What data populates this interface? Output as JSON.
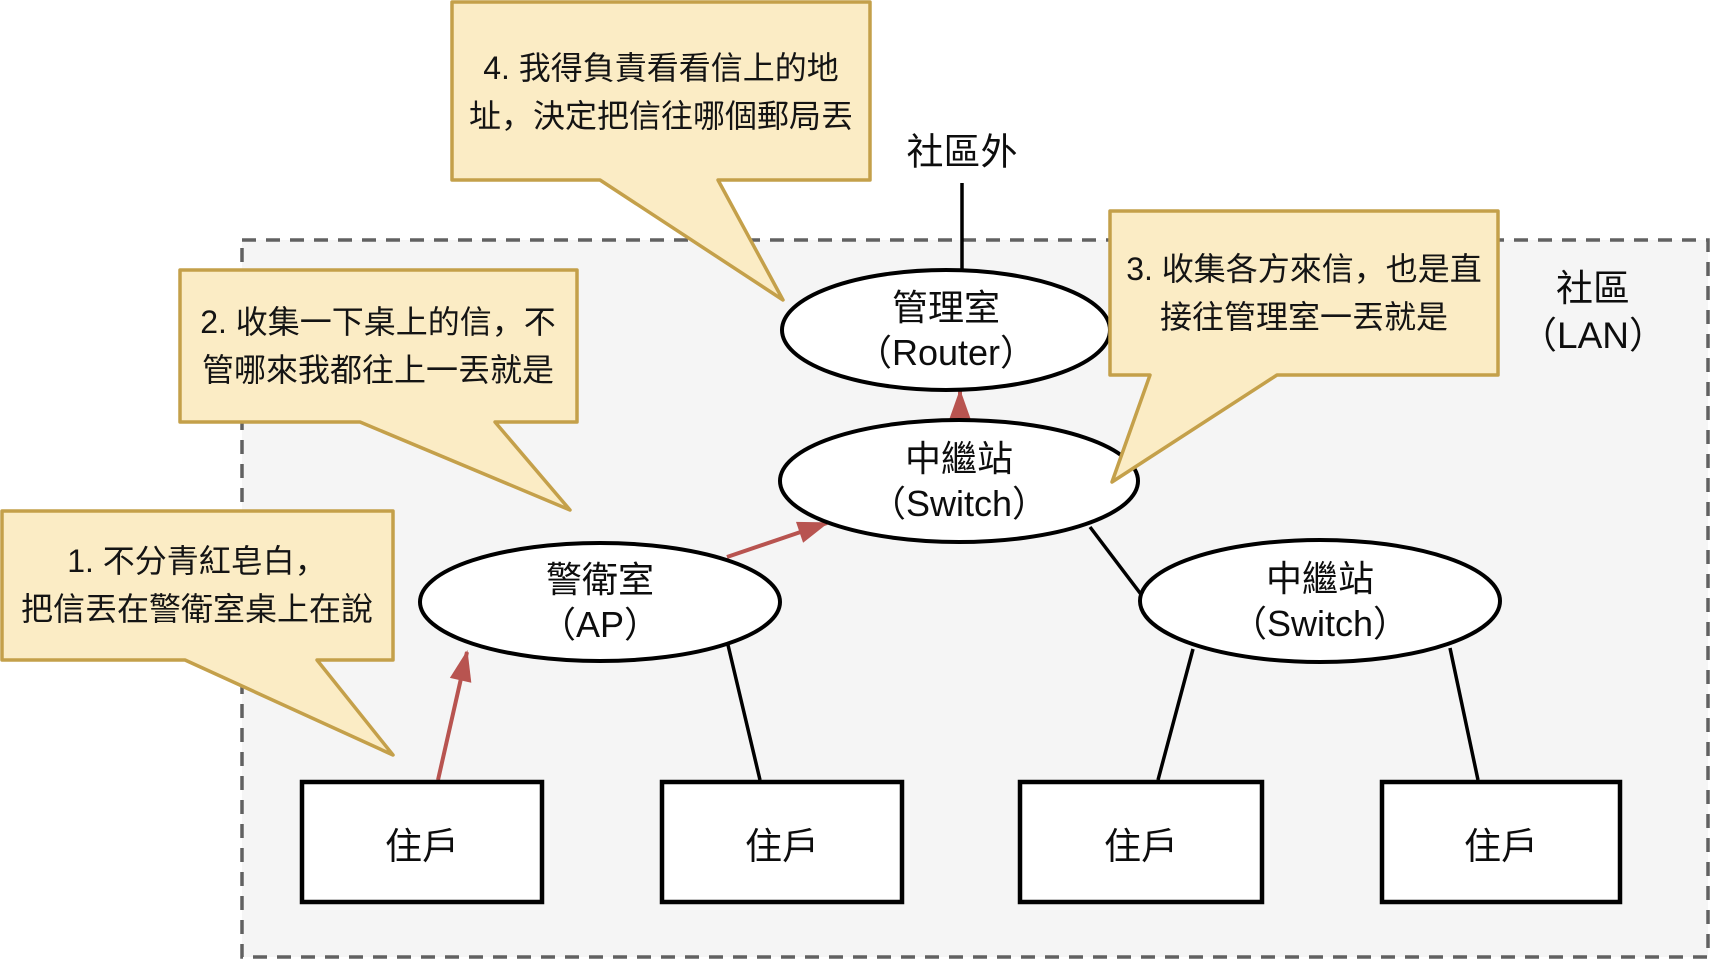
{
  "diagram_title": "LAN community analogy diagram",
  "outside_label": "社區外",
  "zone_label": {
    "line1": "社區",
    "line2": "（LAN）"
  },
  "nodes": {
    "router": {
      "line1": "管理室",
      "line2": "（Router）"
    },
    "switch_center": {
      "line1": "中繼站",
      "line2": "（Switch）"
    },
    "switch_right": {
      "line1": "中繼站",
      "line2": "（Switch）"
    },
    "ap": {
      "line1": "警衛室",
      "line2": "（AP）"
    }
  },
  "houses": [
    {
      "label": "住戶"
    },
    {
      "label": "住戶"
    },
    {
      "label": "住戶"
    },
    {
      "label": "住戶"
    }
  ],
  "bubbles": [
    {
      "line1": "1. 不分青紅皂白，",
      "line2": "把信丟在警衛室桌上在說"
    },
    {
      "line1": "2. 收集一下桌上的信，不",
      "line2": "管哪來我都往上一丟就是"
    },
    {
      "line1": "3. 收集各方來信，也是直",
      "line2": "接往管理室一丟就是"
    },
    {
      "line1": "4. 我得負責看看信上的地",
      "line2": "址，決定把信往哪個郵局丟"
    }
  ],
  "edges": [
    {
      "from": "社區外",
      "to": "管理室（Router）",
      "type": "line"
    },
    {
      "from": "中繼站（Switch）",
      "to": "管理室（Router）",
      "type": "red-arrow"
    },
    {
      "from": "警衛室（AP）",
      "to": "中繼站（Switch）",
      "type": "red-arrow"
    },
    {
      "from": "住戶1",
      "to": "警衛室（AP）",
      "type": "red-arrow"
    },
    {
      "from": "警衛室（AP）",
      "to": "住戶2",
      "type": "line"
    },
    {
      "from": "中繼站（Switch）",
      "to": "中繼站（Switch）右",
      "type": "line"
    },
    {
      "from": "中繼站（Switch）右",
      "to": "住戶3",
      "type": "line"
    },
    {
      "from": "中繼站（Switch）右",
      "to": "住戶4",
      "type": "line"
    }
  ],
  "colors": {
    "bubble_fill": "#FBECC5",
    "bubble_border": "#C4A04A",
    "arrow_red": "#B85450",
    "node_stroke": "#000000",
    "zone_fill": "#F5F5F5",
    "dash_border": "#616161",
    "background": "#FFFFFF"
  }
}
